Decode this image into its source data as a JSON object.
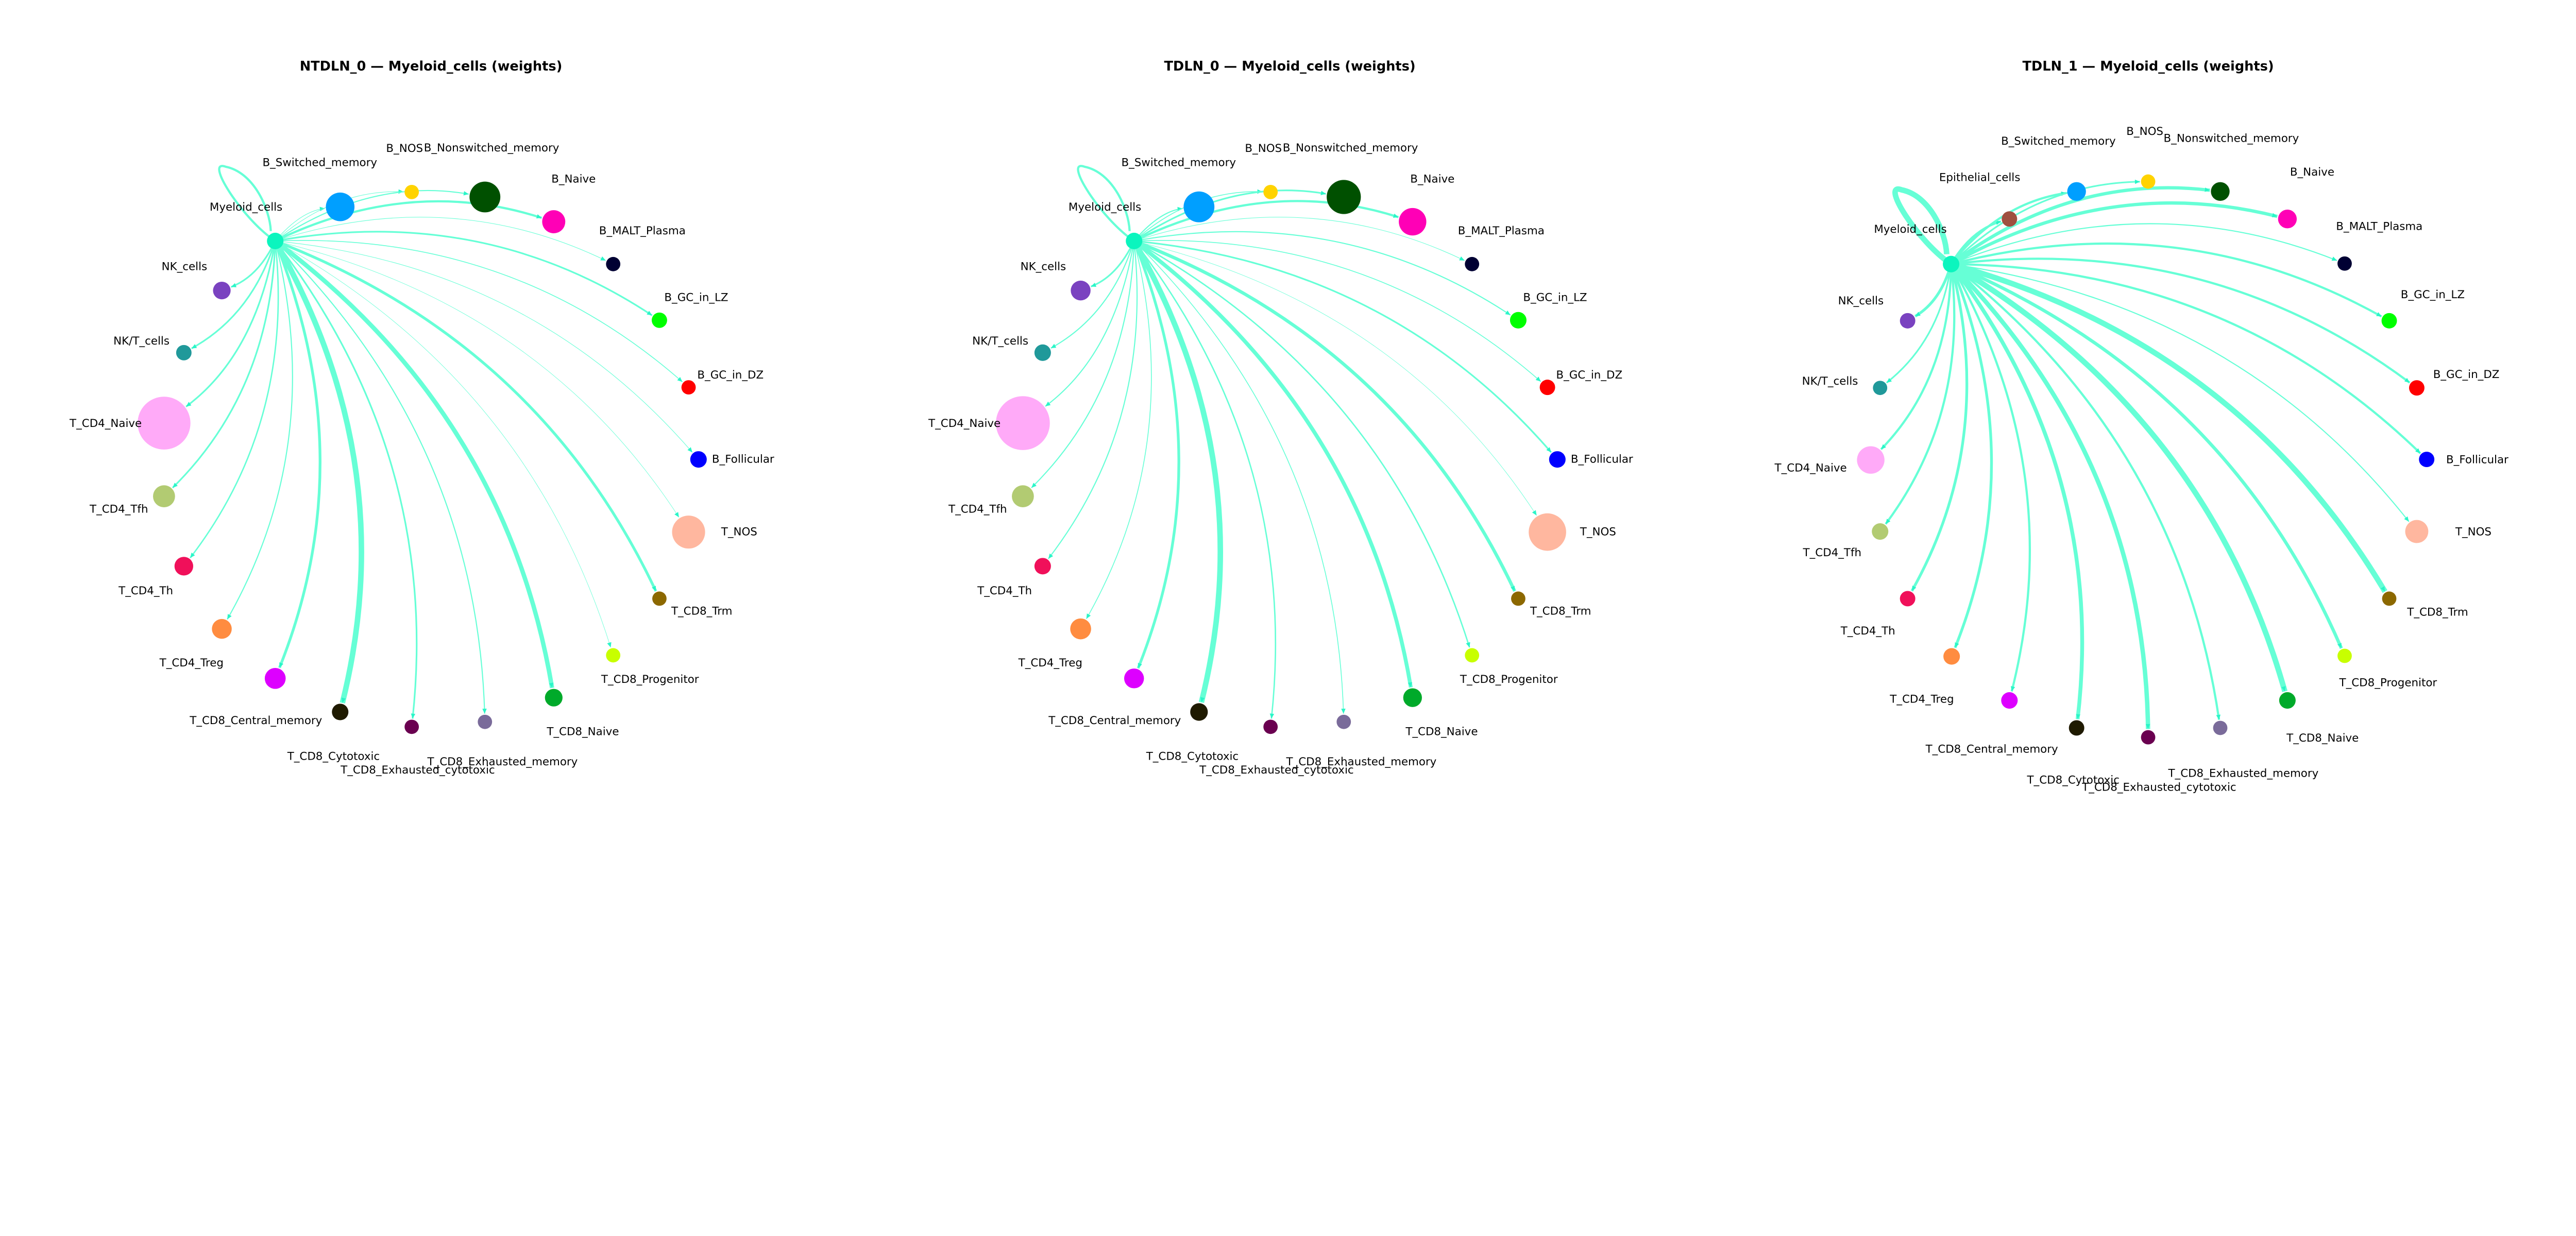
{
  "edge_color": "#66FFD6",
  "chart_data": [
    {
      "type": "network",
      "title": "NTDLN_0 — Myeloid_cells (weights)",
      "source": "Myeloid_cells",
      "nodes": [
        {
          "name": "Myeloid_cells",
          "color": "#0BF5BE",
          "size": 15
        },
        {
          "name": "B_Switched_memory",
          "color": "#009FFF",
          "size": 26
        },
        {
          "name": "B_NOS",
          "color": "#FFD300",
          "size": 13
        },
        {
          "name": "B_Nonswitched_memory",
          "color": "#005000",
          "size": 28
        },
        {
          "name": "B_Naive",
          "color": "#FF00B6",
          "size": 21
        },
        {
          "name": "B_MALT_Plasma",
          "color": "#000033",
          "size": 13
        },
        {
          "name": "B_GC_in_LZ",
          "color": "#00FF00",
          "size": 14
        },
        {
          "name": "B_GC_in_DZ",
          "color": "#FF0000",
          "size": 13
        },
        {
          "name": "B_Follicular",
          "color": "#0000FF",
          "size": 15
        },
        {
          "name": "T_NOS",
          "color": "#FFB79F",
          "size": 30
        },
        {
          "name": "T_CD8_Trm",
          "color": "#8C6800",
          "size": 13
        },
        {
          "name": "T_CD8_Progenitor",
          "color": "#C8FF00",
          "size": 13
        },
        {
          "name": "T_CD8_Naive",
          "color": "#00AA2A",
          "size": 16
        },
        {
          "name": "T_CD8_Exhausted_memory",
          "color": "#7A6B9A",
          "size": 13
        },
        {
          "name": "T_CD8_Exhausted_cytotoxic",
          "color": "#6A0050",
          "size": 13
        },
        {
          "name": "T_CD8_Cytotoxic",
          "color": "#1F1A00",
          "size": 15
        },
        {
          "name": "T_CD8_Central_memory",
          "color": "#DD00FF",
          "size": 19
        },
        {
          "name": "T_CD4_Treg",
          "color": "#FF8C40",
          "size": 18
        },
        {
          "name": "T_CD4_Th",
          "color": "#F0105A",
          "size": 17
        },
        {
          "name": "T_CD4_Tfh",
          "color": "#B2CB72",
          "size": 20
        },
        {
          "name": "T_CD4_Naive",
          "color": "#FFAAF8",
          "size": 48
        },
        {
          "name": "NK/T_cells",
          "color": "#20999A",
          "size": 14
        },
        {
          "name": "NK_cells",
          "color": "#7A42C0",
          "size": 16
        }
      ],
      "edges": [
        {
          "target": "Myeloid_cells",
          "weight": 4
        },
        {
          "target": "B_Switched_memory",
          "weight": 1
        },
        {
          "target": "B_NOS",
          "weight": 1
        },
        {
          "target": "B_Nonswitched_memory",
          "weight": 2
        },
        {
          "target": "B_Naive",
          "weight": 4
        },
        {
          "target": "B_MALT_Plasma",
          "weight": 1
        },
        {
          "target": "B_GC_in_LZ",
          "weight": 3
        },
        {
          "target": "B_GC_in_DZ",
          "weight": 1.5
        },
        {
          "target": "B_Follicular",
          "weight": 1
        },
        {
          "target": "T_NOS",
          "weight": 0.8
        },
        {
          "target": "T_CD8_Trm",
          "weight": 5
        },
        {
          "target": "T_CD8_Progenitor",
          "weight": 0.8
        },
        {
          "target": "T_CD8_Naive",
          "weight": 8
        },
        {
          "target": "T_CD8_Exhausted_memory",
          "weight": 2
        },
        {
          "target": "T_CD8_Exhausted_cytotoxic",
          "weight": 3
        },
        {
          "target": "T_CD8_Cytotoxic",
          "weight": 10
        },
        {
          "target": "T_CD8_Central_memory",
          "weight": 5
        },
        {
          "target": "T_CD4_Treg",
          "weight": 2
        },
        {
          "target": "T_CD4_Th",
          "weight": 2.5
        },
        {
          "target": "T_CD4_Tfh",
          "weight": 3
        },
        {
          "target": "T_CD4_Naive",
          "weight": 3
        },
        {
          "target": "NK/T_cells",
          "weight": 3
        },
        {
          "target": "NK_cells",
          "weight": 3
        }
      ]
    },
    {
      "type": "network",
      "title": "TDLN_0 — Myeloid_cells (weights)",
      "source": "Myeloid_cells",
      "nodes": [
        {
          "name": "Myeloid_cells",
          "color": "#0BF5BE",
          "size": 15
        },
        {
          "name": "B_Switched_memory",
          "color": "#009FFF",
          "size": 28
        },
        {
          "name": "B_NOS",
          "color": "#FFD300",
          "size": 13
        },
        {
          "name": "B_Nonswitched_memory",
          "color": "#005000",
          "size": 31
        },
        {
          "name": "B_Naive",
          "color": "#FF00B6",
          "size": 25
        },
        {
          "name": "B_MALT_Plasma",
          "color": "#000033",
          "size": 13
        },
        {
          "name": "B_GC_in_LZ",
          "color": "#00FF00",
          "size": 15
        },
        {
          "name": "B_GC_in_DZ",
          "color": "#FF0000",
          "size": 14
        },
        {
          "name": "B_Follicular",
          "color": "#0000FF",
          "size": 15
        },
        {
          "name": "T_NOS",
          "color": "#FFB79F",
          "size": 34
        },
        {
          "name": "T_CD8_Trm",
          "color": "#8C6800",
          "size": 13
        },
        {
          "name": "T_CD8_Progenitor",
          "color": "#C8FF00",
          "size": 13
        },
        {
          "name": "T_CD8_Naive",
          "color": "#00AA2A",
          "size": 17
        },
        {
          "name": "T_CD8_Exhausted_memory",
          "color": "#7A6B9A",
          "size": 13
        },
        {
          "name": "T_CD8_Exhausted_cytotoxic",
          "color": "#6A0050",
          "size": 13
        },
        {
          "name": "T_CD8_Cytotoxic",
          "color": "#1F1A00",
          "size": 16
        },
        {
          "name": "T_CD8_Central_memory",
          "color": "#DD00FF",
          "size": 18
        },
        {
          "name": "T_CD4_Treg",
          "color": "#FF8C40",
          "size": 19
        },
        {
          "name": "T_CD4_Th",
          "color": "#F0105A",
          "size": 15
        },
        {
          "name": "T_CD4_Tfh",
          "color": "#B2CB72",
          "size": 20
        },
        {
          "name": "T_CD4_Naive",
          "color": "#FFAAF8",
          "size": 49
        },
        {
          "name": "NK/T_cells",
          "color": "#20999A",
          "size": 15
        },
        {
          "name": "NK_cells",
          "color": "#7A42C0",
          "size": 18
        }
      ],
      "edges": [
        {
          "target": "Myeloid_cells",
          "weight": 4
        },
        {
          "target": "B_Switched_memory",
          "weight": 2
        },
        {
          "target": "B_NOS",
          "weight": 1.5
        },
        {
          "target": "B_Nonswitched_memory",
          "weight": 3
        },
        {
          "target": "B_Naive",
          "weight": 4
        },
        {
          "target": "B_MALT_Plasma",
          "weight": 1
        },
        {
          "target": "B_GC_in_LZ",
          "weight": 2
        },
        {
          "target": "B_GC_in_DZ",
          "weight": 1.5
        },
        {
          "target": "B_Follicular",
          "weight": 3
        },
        {
          "target": "T_NOS",
          "weight": 0.8
        },
        {
          "target": "T_CD8_Trm",
          "weight": 6
        },
        {
          "target": "T_CD8_Progenitor",
          "weight": 2.5
        },
        {
          "target": "T_CD8_Naive",
          "weight": 7
        },
        {
          "target": "T_CD8_Exhausted_memory",
          "weight": 1.5
        },
        {
          "target": "T_CD8_Exhausted_cytotoxic",
          "weight": 2.5
        },
        {
          "target": "T_CD8_Cytotoxic",
          "weight": 10
        },
        {
          "target": "T_CD8_Central_memory",
          "weight": 5
        },
        {
          "target": "T_CD4_Treg",
          "weight": 1.5
        },
        {
          "target": "T_CD4_Th",
          "weight": 2
        },
        {
          "target": "T_CD4_Tfh",
          "weight": 2
        },
        {
          "target": "T_CD4_Naive",
          "weight": 2
        },
        {
          "target": "NK/T_cells",
          "weight": 2
        },
        {
          "target": "NK_cells",
          "weight": 3
        }
      ]
    },
    {
      "type": "network",
      "title": "TDLN_1 — Myeloid_cells (weights)",
      "source": "Myeloid_cells",
      "nodes": [
        {
          "name": "Myeloid_cells",
          "color": "#0BF5BE",
          "size": 15
        },
        {
          "name": "Epithelial_cells",
          "color": "#A05040",
          "size": 14
        },
        {
          "name": "B_Switched_memory",
          "color": "#009FFF",
          "size": 17
        },
        {
          "name": "B_NOS",
          "color": "#FFD300",
          "size": 13
        },
        {
          "name": "B_Nonswitched_memory",
          "color": "#005000",
          "size": 17
        },
        {
          "name": "B_Naive",
          "color": "#FF00B6",
          "size": 17
        },
        {
          "name": "B_MALT_Plasma",
          "color": "#000033",
          "size": 13
        },
        {
          "name": "B_GC_in_LZ",
          "color": "#00FF00",
          "size": 14
        },
        {
          "name": "B_GC_in_DZ",
          "color": "#FF0000",
          "size": 14
        },
        {
          "name": "B_Follicular",
          "color": "#0000FF",
          "size": 14
        },
        {
          "name": "T_NOS",
          "color": "#FFB79F",
          "size": 21
        },
        {
          "name": "T_CD8_Trm",
          "color": "#8C6800",
          "size": 13
        },
        {
          "name": "T_CD8_Progenitor",
          "color": "#C8FF00",
          "size": 13
        },
        {
          "name": "T_CD8_Naive",
          "color": "#00AA2A",
          "size": 15
        },
        {
          "name": "T_CD8_Exhausted_memory",
          "color": "#7A6B9A",
          "size": 13
        },
        {
          "name": "T_CD8_Exhausted_cytotoxic",
          "color": "#6A0050",
          "size": 13
        },
        {
          "name": "T_CD8_Cytotoxic",
          "color": "#1F1A00",
          "size": 14
        },
        {
          "name": "T_CD8_Central_memory",
          "color": "#DD00FF",
          "size": 15
        },
        {
          "name": "T_CD4_Treg",
          "color": "#FF8C40",
          "size": 15
        },
        {
          "name": "T_CD4_Th",
          "color": "#F0105A",
          "size": 14
        },
        {
          "name": "T_CD4_Tfh",
          "color": "#B2CB72",
          "size": 15
        },
        {
          "name": "T_CD4_Naive",
          "color": "#FFAAF8",
          "size": 25
        },
        {
          "name": "NK/T_cells",
          "color": "#20999A",
          "size": 13
        },
        {
          "name": "NK_cells",
          "color": "#7A42C0",
          "size": 14
        }
      ],
      "edges": [
        {
          "target": "Myeloid_cells",
          "weight": 10
        },
        {
          "target": "Epithelial_cells",
          "weight": 4
        },
        {
          "target": "B_Switched_memory",
          "weight": 4
        },
        {
          "target": "B_NOS",
          "weight": 3
        },
        {
          "target": "B_Nonswitched_memory",
          "weight": 6
        },
        {
          "target": "B_Naive",
          "weight": 6
        },
        {
          "target": "B_MALT_Plasma",
          "weight": 2
        },
        {
          "target": "B_GC_in_LZ",
          "weight": 4
        },
        {
          "target": "B_GC_in_DZ",
          "weight": 4
        },
        {
          "target": "B_Follicular",
          "weight": 4
        },
        {
          "target": "T_NOS",
          "weight": 2
        },
        {
          "target": "T_CD8_Trm",
          "weight": 10
        },
        {
          "target": "T_CD8_Progenitor",
          "weight": 6
        },
        {
          "target": "T_CD8_Naive",
          "weight": 10
        },
        {
          "target": "T_CD8_Exhausted_memory",
          "weight": 4
        },
        {
          "target": "T_CD8_Exhausted_cytotoxic",
          "weight": 8
        },
        {
          "target": "T_CD8_Cytotoxic",
          "weight": 7
        },
        {
          "target": "T_CD8_Central_memory",
          "weight": 4
        },
        {
          "target": "T_CD4_Treg",
          "weight": 5
        },
        {
          "target": "T_CD4_Th",
          "weight": 5
        },
        {
          "target": "T_CD4_Tfh",
          "weight": 4
        },
        {
          "target": "T_CD4_Naive",
          "weight": 4
        },
        {
          "target": "NK/T_cells",
          "weight": 3
        },
        {
          "target": "NK_cells",
          "weight": 5
        }
      ]
    }
  ]
}
